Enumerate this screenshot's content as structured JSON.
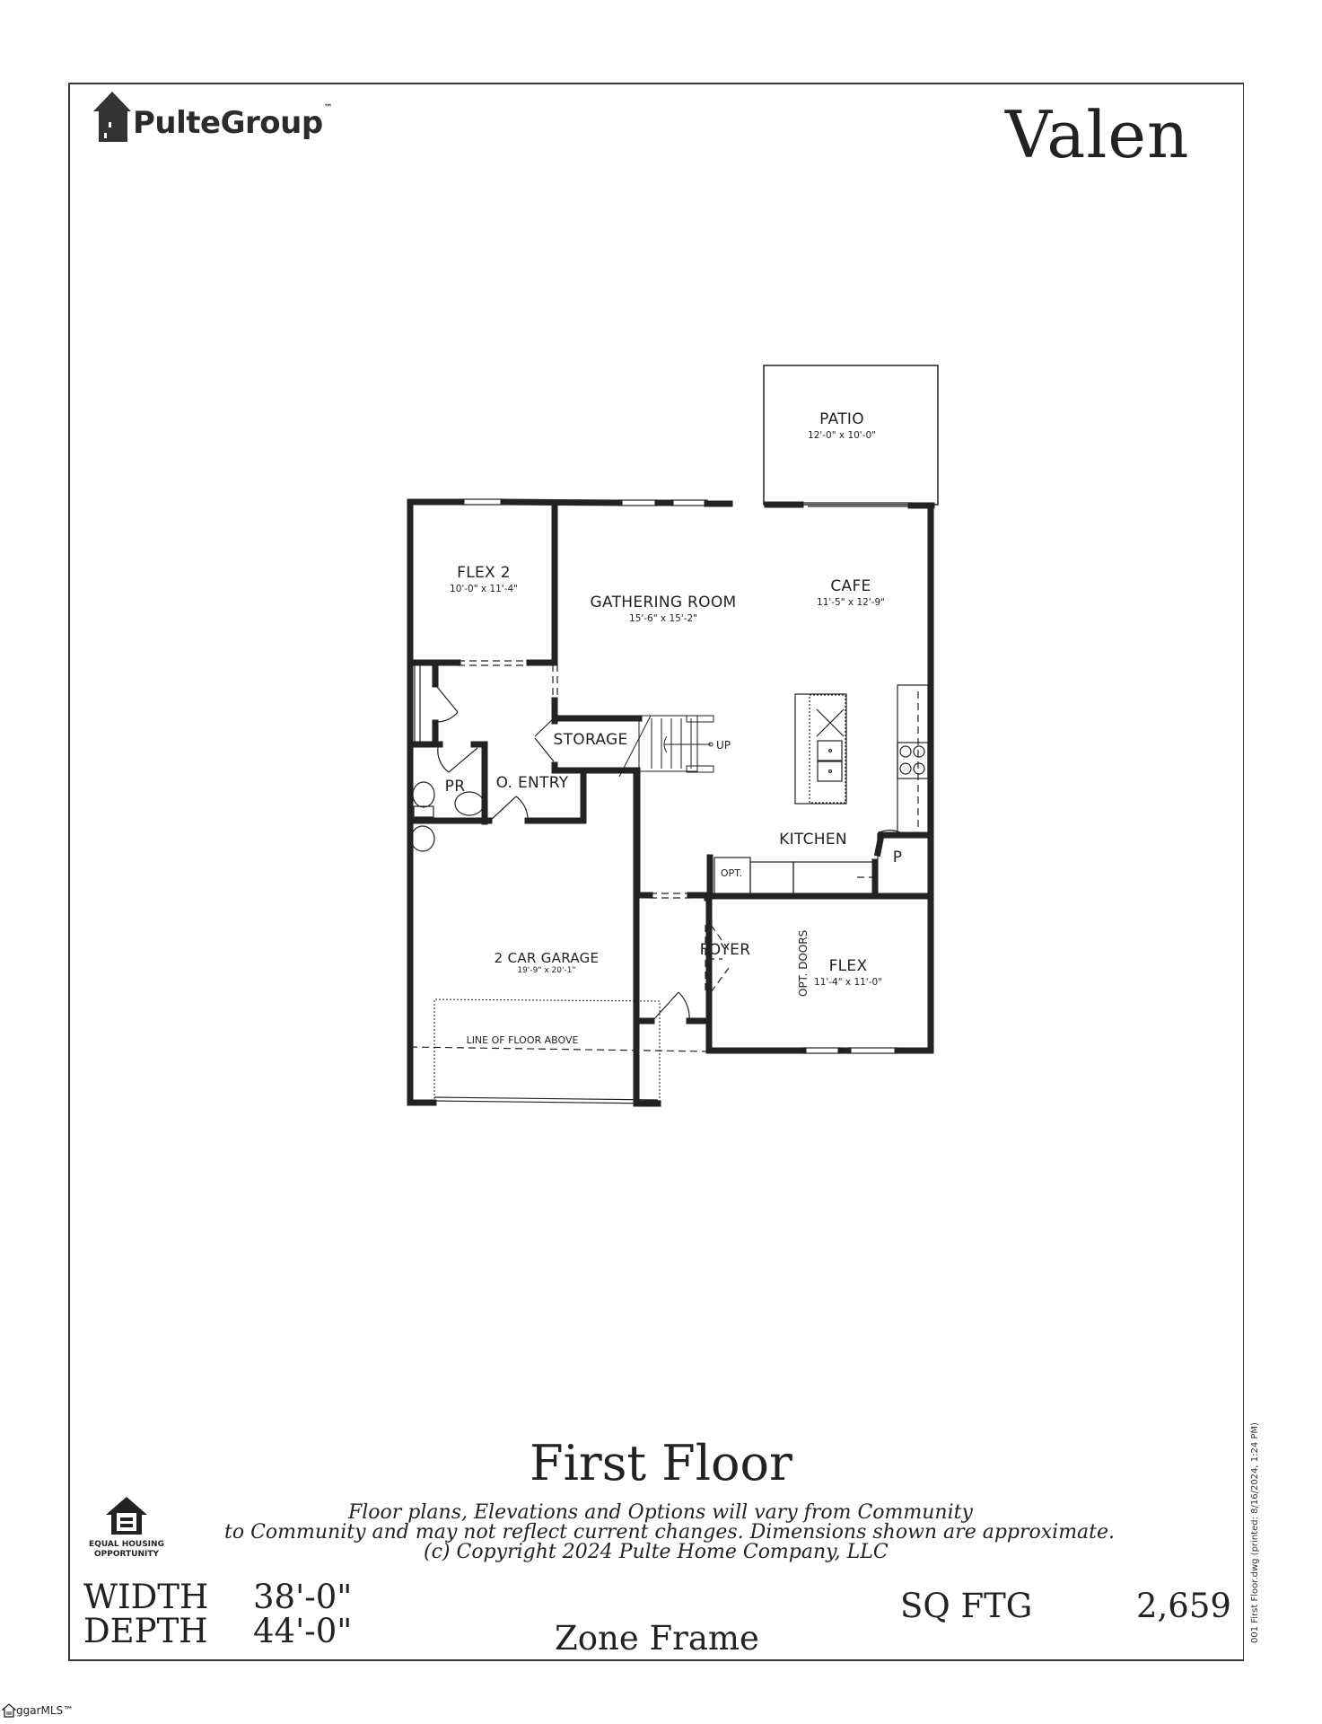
{
  "header": {
    "brand": "PulteGroup",
    "brand_tm": "™",
    "plan_name": "Valen"
  },
  "floorplan": {
    "rooms": [
      {
        "id": "patio",
        "name": "PATIO",
        "dims": "12'-0\" x 10'-0\""
      },
      {
        "id": "flex2",
        "name": "FLEX 2",
        "dims": "10'-0\" x 11'-4\""
      },
      {
        "id": "gathering",
        "name": "GATHERING ROOM",
        "dims": "15'-6\" x 15'-2\""
      },
      {
        "id": "cafe",
        "name": "CAFE",
        "dims": "11'-5\" x 12'-9\""
      },
      {
        "id": "storage",
        "name": "STORAGE",
        "dims": ""
      },
      {
        "id": "pr",
        "name": "PR",
        "dims": ""
      },
      {
        "id": "oentry",
        "name": "O. ENTRY",
        "dims": ""
      },
      {
        "id": "kitchen",
        "name": "KITCHEN",
        "dims": ""
      },
      {
        "id": "pantry",
        "name": "P",
        "dims": ""
      },
      {
        "id": "opt",
        "name": "OPT.",
        "dims": ""
      },
      {
        "id": "garage",
        "name": "2 CAR GARAGE",
        "dims": "19'-9\" x 20'-1\""
      },
      {
        "id": "foyer",
        "name": "FOYER",
        "dims": ""
      },
      {
        "id": "flex",
        "name": "FLEX",
        "dims": "11'-4\" x 11'-0\""
      }
    ],
    "annotations": {
      "stairs_up": "UP",
      "opt_doors": "OPT. DOORS",
      "line_of_floor_above": "LINE OF FLOOR ABOVE"
    }
  },
  "footer": {
    "floor_title": "First Floor",
    "disclaimer_line1": "Floor plans, Elevations and Options will vary from Community",
    "disclaimer_line2": "to Community and may not reflect current changes.  Dimensions shown are approximate.",
    "disclaimer_line3": "(c) Copyright 2024 Pulte Home Company, LLC",
    "eho_line1": "EQUAL HOUSING",
    "eho_line2": "OPPORTUNITY",
    "width_label": "WIDTH",
    "width_value": "38'-0\"",
    "depth_label": "DEPTH",
    "depth_value": "44'-0\"",
    "sqft_label": "SQ FTG",
    "sqft_value": "2,659",
    "elevation": "Zone Frame",
    "print_stamp": "001 First Floor.dwg (printed: 8/16/2024, 1:24 PM)"
  },
  "watermark": {
    "text": "ggarMLS™"
  }
}
